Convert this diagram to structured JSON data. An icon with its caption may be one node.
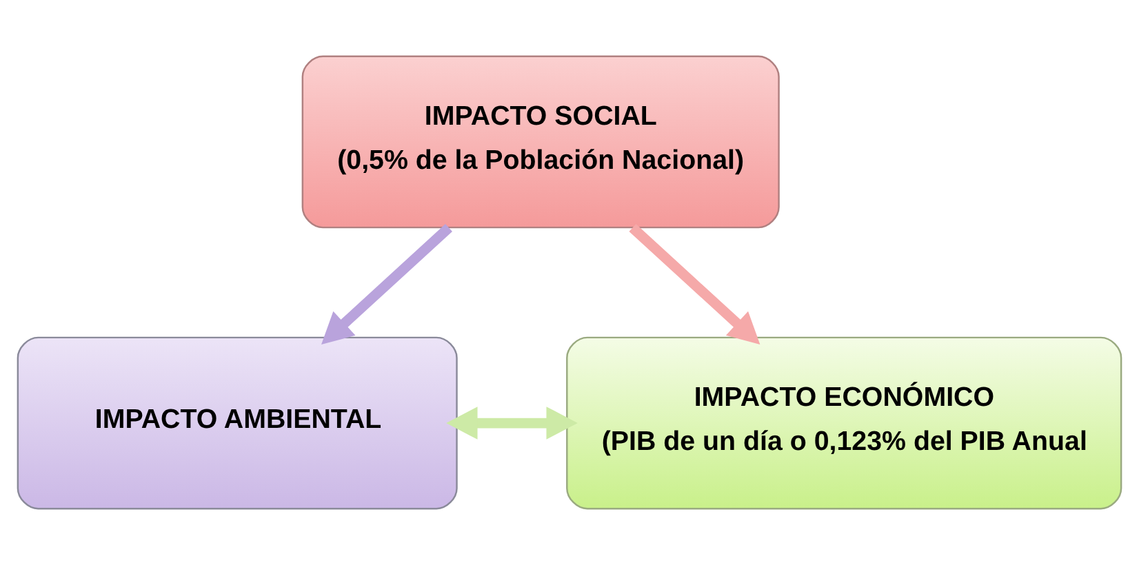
{
  "diagram": {
    "nodes": [
      {
        "text": [
          "IMPACTO SOCIAL",
          "(0,5% de la Población Nacional)"
        ]
      },
      {
        "text": [
          "IMPACTO AMBIENTAL"
        ]
      },
      {
        "text": [
          "IMPACTO ECONÓMICO",
          "(PIB de un día o 0,123% del PIB Anual"
        ]
      }
    ],
    "edges": [
      {
        "from": 0,
        "to": 1,
        "arrow": "to",
        "color": "#b9a3dc"
      },
      {
        "from": 0,
        "to": 2,
        "arrow": "to",
        "color": "#f5a9a9"
      },
      {
        "from": 1,
        "to": 2,
        "arrow": "both",
        "color": "#cdeaa6"
      }
    ]
  }
}
